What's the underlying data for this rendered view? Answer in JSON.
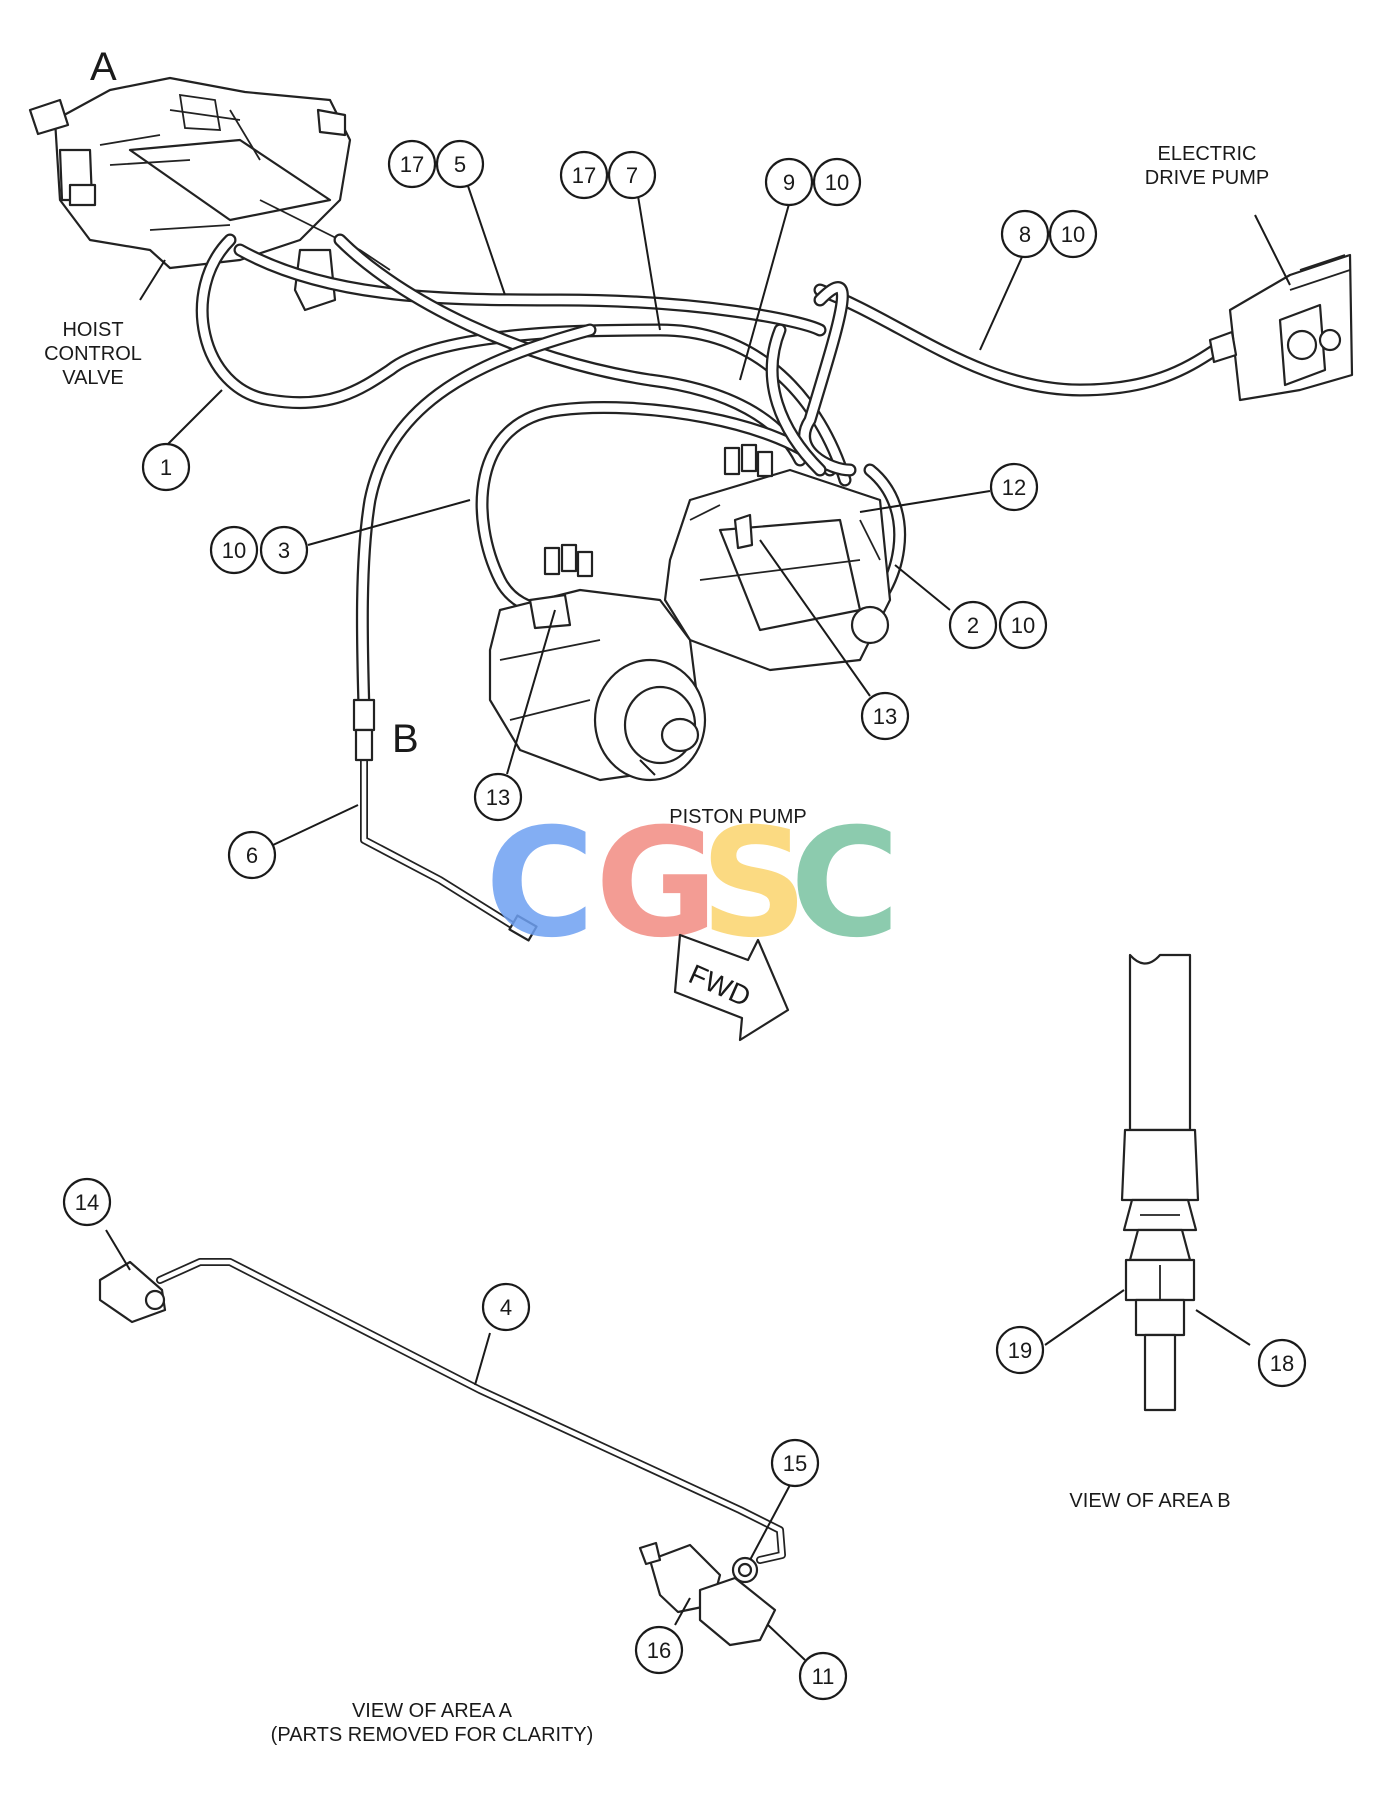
{
  "area_labels": {
    "area_a": "A",
    "area_b": "B"
  },
  "captions": {
    "hoist_control_valve": [
      "HOIST",
      "CONTROL",
      "VALVE"
    ],
    "electric_drive_pump": [
      "ELECTRIC",
      "DRIVE PUMP"
    ],
    "piston_pump": "PISTON PUMP",
    "view_area_b": "VIEW OF AREA  B",
    "view_area_a": [
      "VIEW OF AREA  A",
      "(PARTS REMOVED FOR CLARITY)"
    ]
  },
  "arrow_label": "FWD",
  "watermark": {
    "letters": [
      "C",
      "G",
      "S",
      "C"
    ],
    "colors": [
      "#6ea0f2",
      "#f28b82",
      "#fbd46d",
      "#78c2a0"
    ]
  },
  "callouts": [
    {
      "id": "c1",
      "label": "1"
    },
    {
      "id": "c2",
      "label": "2"
    },
    {
      "id": "c2b",
      "label": "10"
    },
    {
      "id": "c3",
      "label": "3"
    },
    {
      "id": "c3b",
      "label": "10"
    },
    {
      "id": "c4",
      "label": "4"
    },
    {
      "id": "c5",
      "label": "5"
    },
    {
      "id": "c5b",
      "label": "17"
    },
    {
      "id": "c6",
      "label": "6"
    },
    {
      "id": "c7",
      "label": "7"
    },
    {
      "id": "c7b",
      "label": "17"
    },
    {
      "id": "c8",
      "label": "8"
    },
    {
      "id": "c8b",
      "label": "10"
    },
    {
      "id": "c9",
      "label": "9"
    },
    {
      "id": "c9b",
      "label": "10"
    },
    {
      "id": "c11",
      "label": "11"
    },
    {
      "id": "c12",
      "label": "12"
    },
    {
      "id": "c13a",
      "label": "13"
    },
    {
      "id": "c13b",
      "label": "13"
    },
    {
      "id": "c14",
      "label": "14"
    },
    {
      "id": "c15",
      "label": "15"
    },
    {
      "id": "c16",
      "label": "16"
    },
    {
      "id": "c18",
      "label": "18"
    },
    {
      "id": "c19",
      "label": "19"
    }
  ]
}
